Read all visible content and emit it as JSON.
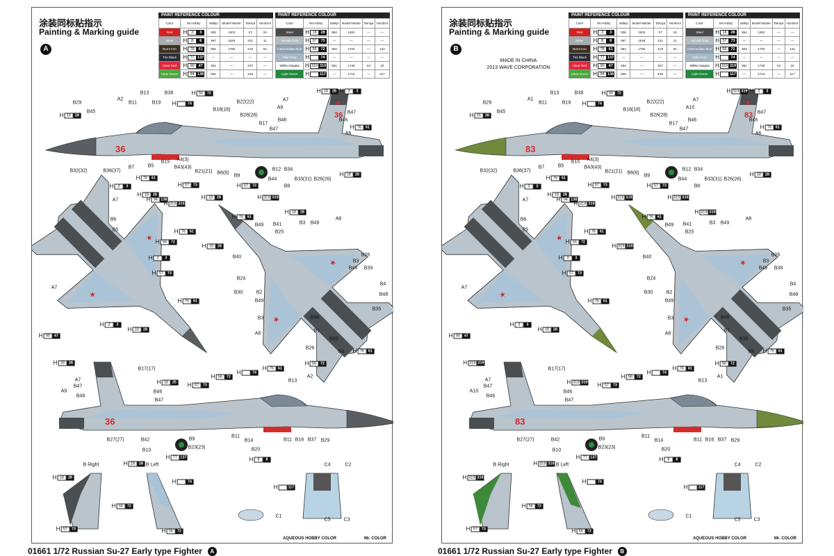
{
  "colors": {
    "base": "#b9c4cc",
    "light": "#d3dbe0",
    "blue": "#a8c3d8",
    "dark": "#4b4f52",
    "red": "#d42b2b",
    "noseA": "#5a5e62",
    "noseB": "#6f8a3a"
  },
  "legend": {
    "hobby": "AQUEOUS HOBBY COLOR",
    "mr": "Mr. COLOR"
  },
  "table_headers": [
    "Color",
    "Mr.Hobby",
    "Vallejo",
    "Model Master",
    "Tamiya",
    "Humbrol"
  ],
  "table_caption": "PAINT REFERENCE COLOUR",
  "table_left": [
    {
      "name": "Red",
      "bg": "#d62020",
      "h": "3",
      "m": "3",
      "vallejo": "926",
      "mm": "1503",
      "tamiya": "X7",
      "humbrol": "19"
    },
    {
      "name": "Silver",
      "bg": "#a9acae",
      "h": "8",
      "m": "8",
      "vallejo": "997",
      "mm": "1546",
      "tamiya": "X11",
      "humbrol": "11"
    },
    {
      "name": "Burnt Iron",
      "bg": "#3a2f22",
      "h": "76",
      "m": "61",
      "vallejo": "863",
      "mm": "1780",
      "tamiya": "X10",
      "humbrol": "53"
    },
    {
      "name": "Tire Black",
      "bg": "#2b2d38",
      "h": "77",
      "m": "137",
      "vallejo": "—",
      "mm": "—",
      "tamiya": "—",
      "humbrol": "—"
    },
    {
      "name": "Clear Red",
      "bg": "#e0283c",
      "h": "90",
      "m": "47",
      "vallejo": "934",
      "mm": "—",
      "tamiya": "X27",
      "humbrol": "—"
    },
    {
      "name": "Clear Green",
      "bg": "#4aa83a",
      "h": "94",
      "m": "138",
      "vallejo": "936",
      "mm": "—",
      "tamiya": "X25",
      "humbrol": "—"
    }
  ],
  "table_right": [
    {
      "name": "Steel",
      "bg": "#4a4a4a",
      "h": "18",
      "m": "28",
      "vallejo": "864",
      "mm": "1462",
      "tamiya": "—",
      "humbrol": "—"
    },
    {
      "name": "Aircraft Gray",
      "bg": "#b5bcc0",
      "h": "57",
      "m": "73",
      "vallejo": "—",
      "mm": "—",
      "tamiya": "—",
      "humbrol": "—"
    },
    {
      "name": "Intermediate Blue",
      "bg": "#8ea2b3",
      "h": "56",
      "m": "72",
      "vallejo": "903",
      "mm": "1720",
      "tamiya": "—",
      "humbrol": "144"
    },
    {
      "name": "Pale Gray",
      "bg": "#a8b8c6",
      "h": "",
      "m": "74",
      "vallejo": "—",
      "mm": "—",
      "tamiya": "—",
      "humbrol": "—"
    },
    {
      "name": "White Insignia",
      "bg": "#ffffff",
      "h": "319",
      "m": "319",
      "vallejo": "951",
      "mm": "1745",
      "tamiya": "X2",
      "humbrol": "22"
    },
    {
      "name": "Light Green",
      "bg": "#1e8a3e",
      "h": "",
      "m": "117",
      "vallejo": "—",
      "mm": "1713",
      "tamiya": "—",
      "humbrol": "117"
    }
  ],
  "panels": [
    {
      "letter": "A",
      "title_cn": "涂装同标贴指示",
      "title_en": "Painting & Marking guide",
      "footer": "01661 1/72 Russian Su-27 Early type Fighter",
      "number": "36",
      "made": null,
      "parts": [
        "B29",
        "A2",
        "B11",
        "B13",
        "B19",
        "B38",
        "B45",
        "B5",
        "B7",
        "B32(32)",
        "B36(37)",
        "B15",
        "B43(43)",
        "A4(3)",
        "B21(21)",
        "B6(6)",
        "B9",
        "B12",
        "B34",
        "B44",
        "B8",
        "B33(31)",
        "B26(26)",
        "B22(22)",
        "B28(28)",
        "B18(18)",
        "B17",
        "B47",
        "A7",
        "A9",
        "B47",
        "B46",
        "A6",
        "B46",
        "A7",
        "B6",
        "B5",
        "A7",
        "B41",
        "B25",
        "B49",
        "B3",
        "B49",
        "A8",
        "B40",
        "B24",
        "B30",
        "B2",
        "B49",
        "B3",
        "A8",
        "B46",
        "B1",
        "B26",
        "B35",
        "B4",
        "B26",
        "B3",
        "B46",
        "B39",
        "B4",
        "B48",
        "B35",
        "B17(17)",
        "A7",
        "B47",
        "A9",
        "B46",
        "B46",
        "B47",
        "B13",
        "A2",
        "B27(27)",
        "B42",
        "B10",
        "B9",
        "B23(23)",
        "B11",
        "B14",
        "B20",
        "B11",
        "B16",
        "B37",
        "B29",
        "B Right",
        "B Left",
        "C4",
        "C2",
        "C1",
        "C5",
        "C3"
      ],
      "paints": [
        [
          "56",
          "72"
        ],
        [
          "",
          "74"
        ],
        [
          "18",
          "28"
        ],
        [
          "3",
          "3"
        ],
        [
          "16",
          "28"
        ],
        [
          "76",
          "61"
        ],
        [
          "3",
          "3"
        ],
        [
          "76",
          "61"
        ],
        [
          "18",
          "28"
        ],
        [
          "57",
          "73"
        ],
        [
          "18",
          "28"
        ],
        [
          "57",
          "73"
        ],
        [
          "319",
          "319"
        ],
        [
          "18",
          "28"
        ],
        [
          "319",
          "319"
        ],
        [
          "94",
          "138"
        ],
        [
          "76",
          "61"
        ],
        [
          "56",
          "72"
        ],
        [
          "3",
          "3"
        ],
        [
          "57",
          "73"
        ],
        [
          "76",
          "61"
        ],
        [
          "3",
          "3"
        ],
        [
          "18",
          "28"
        ],
        [
          "90",
          "47"
        ],
        [
          "76",
          "61"
        ],
        [
          "18",
          "28"
        ],
        [
          "18",
          "28"
        ],
        [
          "56",
          "72"
        ],
        [
          "76",
          "61"
        ],
        [
          "18",
          "28"
        ],
        [
          "18",
          "25"
        ],
        [
          "57",
          "73"
        ],
        [
          "56",
          "72"
        ],
        [
          "",
          "74"
        ],
        [
          "76",
          "61"
        ],
        [
          "77",
          "137"
        ],
        [
          "8",
          "8"
        ],
        [
          "18",
          "28"
        ],
        [
          "18",
          "28"
        ],
        [
          "",
          "74"
        ],
        [
          "56",
          "72"
        ],
        [
          "57",
          "73"
        ],
        [
          "56",
          "72"
        ],
        [
          "",
          "117"
        ]
      ]
    },
    {
      "letter": "B",
      "title_cn": "涂装同标贴指示",
      "title_en": "Painting & Marking guide",
      "footer": "01661 1/72 Russian Su-27 Early type Fighter",
      "number": "83",
      "made": "MADE IN CHINA\n2013 WAVE CORPORATION",
      "parts": [
        "B29",
        "A1",
        "B11",
        "B13",
        "B19",
        "B38",
        "B45",
        "B5",
        "B7",
        "B32(32)",
        "B36(37)",
        "B15",
        "B43(43)",
        "A4(3)",
        "B21(21)",
        "B6(6)",
        "B9",
        "B12",
        "B34",
        "B44",
        "B8",
        "B33(31)",
        "B26(26)",
        "B22(22)",
        "B28(28)",
        "B18(18)",
        "B17",
        "B47",
        "A7",
        "A10",
        "B47",
        "B46",
        "A6",
        "B46",
        "A7",
        "B6",
        "B5",
        "A7",
        "B41",
        "B25",
        "B49",
        "B3",
        "B49",
        "A8",
        "B40",
        "B24",
        "B30",
        "B2",
        "B49",
        "B3",
        "A8",
        "B46",
        "B1",
        "B26",
        "B35",
        "B4",
        "B26",
        "B3",
        "B46",
        "B39",
        "B4",
        "B48",
        "B35",
        "B17(17)",
        "A7",
        "B47",
        "A10",
        "B46",
        "B46",
        "B47",
        "B13",
        "A1",
        "B27(27)",
        "B42",
        "B10",
        "B9",
        "B23(23)",
        "B11",
        "B14",
        "B20",
        "B11",
        "B16",
        "B37",
        "B29",
        "B Right",
        "B Left",
        "C4",
        "C2",
        "C1",
        "C5",
        "C3"
      ],
      "paints": [
        [
          "56",
          "72"
        ],
        [
          "",
          "74"
        ],
        [
          "319",
          "319"
        ],
        [
          "3",
          "3"
        ],
        [
          "16",
          "28"
        ],
        [
          "76",
          "61"
        ],
        [
          "3",
          "3"
        ],
        [
          "76",
          "61"
        ],
        [
          "18",
          "28"
        ],
        [
          "57",
          "73"
        ],
        [
          "319",
          "319"
        ],
        [
          "57",
          "73"
        ],
        [
          "319",
          "319"
        ],
        [
          "18",
          "28"
        ],
        [
          "319",
          "319"
        ],
        [
          "94",
          "138"
        ],
        [
          "76",
          "61"
        ],
        [
          "56",
          "72"
        ],
        [
          "3",
          "3"
        ],
        [
          "57",
          "73"
        ],
        [
          "76",
          "61"
        ],
        [
          "3",
          "3"
        ],
        [
          "18",
          "28"
        ],
        [
          "90",
          "47"
        ],
        [
          "76",
          "61"
        ],
        [
          "319",
          "319"
        ],
        [
          "319",
          "319"
        ],
        [
          "56",
          "72"
        ],
        [
          "76",
          "61"
        ],
        [
          "319",
          "319"
        ],
        [
          "319",
          "319"
        ],
        [
          "57",
          "73"
        ],
        [
          "56",
          "72"
        ],
        [
          "",
          "74"
        ],
        [
          "76",
          "61"
        ],
        [
          "77",
          "137"
        ],
        [
          "8",
          "8"
        ],
        [
          "319",
          "319"
        ],
        [
          "319",
          "319"
        ],
        [
          "",
          "74"
        ],
        [
          "56",
          "72"
        ],
        [
          "57",
          "73"
        ],
        [
          "56",
          "72"
        ],
        [
          "",
          "117"
        ]
      ]
    }
  ]
}
